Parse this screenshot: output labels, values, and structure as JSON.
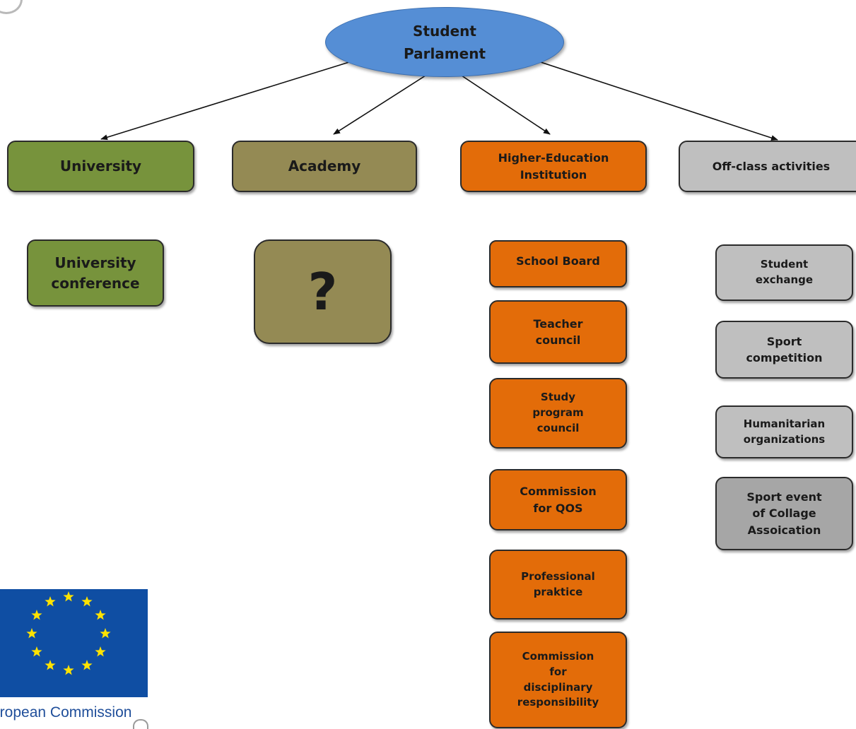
{
  "root": {
    "label": "Student\nParlament"
  },
  "categories": {
    "university": "University",
    "academy": "Academy",
    "hei": "Higher-Education\nInstitution",
    "offclass": "Off-class activities"
  },
  "university_items": [
    "University\nconference"
  ],
  "academy_items": [
    "?"
  ],
  "hei_items": [
    "School Board",
    "Teacher\ncouncil",
    "Study\nprogram\ncouncil",
    "Commission\nfor QOS",
    "Professional\npraktice",
    "Commission\nfor\ndisciplinary\nresponsibility"
  ],
  "offclass_items": [
    "Student\nexchange",
    "Sport\ncompetition",
    "Humanitarian\norganizations",
    "Sport event\nof Collage\nAssoication"
  ],
  "logo": {
    "text": "uropean Commission",
    "star_color": "#ffe300",
    "flag_color": "#0f4ea3"
  },
  "colors": {
    "root": "#558ed5",
    "university": "#77933c",
    "academy": "#948a54",
    "hei": "#e36c09",
    "offclass": "#bfbfbf",
    "offclass_dark": "#a6a6a6"
  }
}
